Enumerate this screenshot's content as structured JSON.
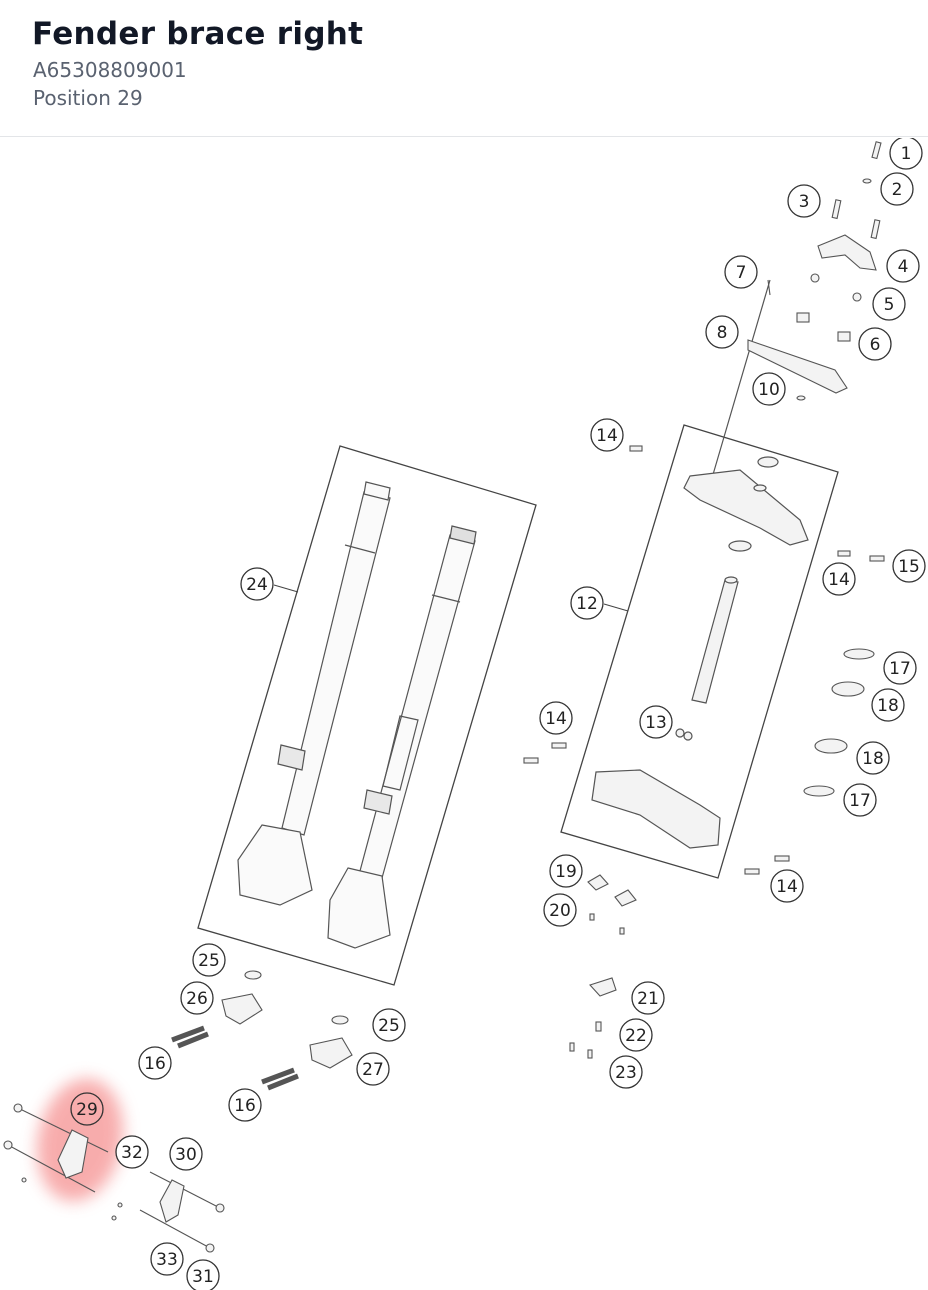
{
  "part": {
    "title": "Fender brace right",
    "part_number": "A65308809001",
    "position_text": "Position 29"
  },
  "diagram": {
    "highlight_color": "#f26b6b",
    "highlighted_callout": "29",
    "callouts": [
      "1",
      "2",
      "3",
      "4",
      "5",
      "6",
      "7",
      "8",
      "10",
      "14",
      "15",
      "14",
      "12",
      "24",
      "17",
      "18",
      "14",
      "13",
      "18",
      "17",
      "14",
      "19",
      "20",
      "25",
      "26",
      "25",
      "21",
      "22",
      "16",
      "27",
      "23",
      "16",
      "29",
      "32",
      "30",
      "33",
      "31"
    ]
  }
}
